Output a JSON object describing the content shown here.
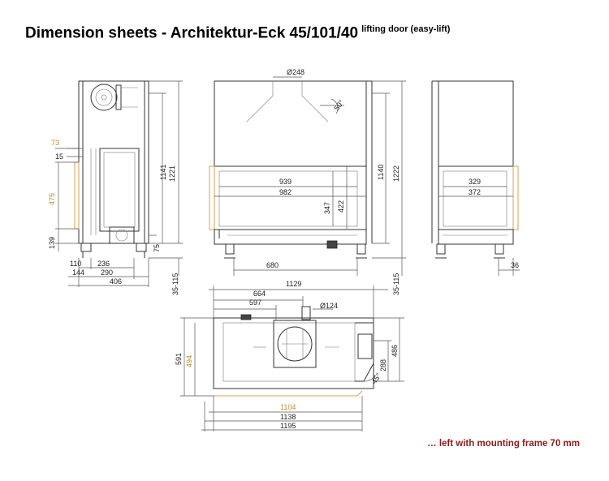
{
  "header": {
    "title": "Dimension sheets - Architektur-Eck 45/101/40",
    "subtitle": "lifting door (easy-lift)"
  },
  "footnote": "… left with mounting frame 70 mm",
  "colors": {
    "highlight": "#c98a2e",
    "footnote": "#8b1c1c",
    "line": "#333333"
  },
  "side_view": {
    "dims": {
      "d73": "73",
      "d15": "15",
      "d475": "475",
      "d139": "139",
      "d1141": "1141",
      "d1221": "1221",
      "d75": "75",
      "d110": "110",
      "d236": "236",
      "d144": "144",
      "d290": "290",
      "d406": "406",
      "d35_115": "35-115"
    }
  },
  "front_view": {
    "dims": {
      "d248": "Ø248",
      "d50": "50°",
      "d939": "939",
      "d982": "982",
      "d347": "347",
      "d422": "422",
      "d1140": "1140",
      "d1222": "1222",
      "d680": "680",
      "d35_115": "35-115"
    }
  },
  "right_view": {
    "dims": {
      "d329": "329",
      "d372": "372",
      "d36": "36"
    }
  },
  "top_view": {
    "dims": {
      "d1129": "1129",
      "d664": "664",
      "d597": "597",
      "d124": "Ø124",
      "d591": "591",
      "d494": "494",
      "d486": "486",
      "d288": "288",
      "d45": "45°",
      "d1104": "1104",
      "d1138": "1138",
      "d1195": "1195"
    }
  }
}
